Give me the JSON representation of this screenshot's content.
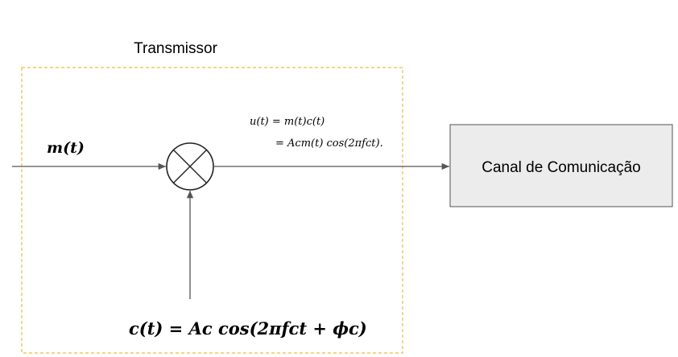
{
  "transmitter": {
    "title": "Transmissor"
  },
  "signals": {
    "message": "m(t)",
    "carrier": "c(t) = Aᴄ cos(2πfᴄt + ϕᴄ)",
    "output_line1": "u(t) = m(t)c(t)",
    "output_line2": "= Aᴄm(t) cos(2πfᴄt)."
  },
  "channel": {
    "label": "Canal de Comunicação"
  },
  "colors": {
    "border_dashed": "#f4b942",
    "channel_fill": "#ececec",
    "channel_border": "#555555",
    "line": "#555555"
  },
  "icons": {
    "mixer": "multiplier-circle-cross"
  }
}
